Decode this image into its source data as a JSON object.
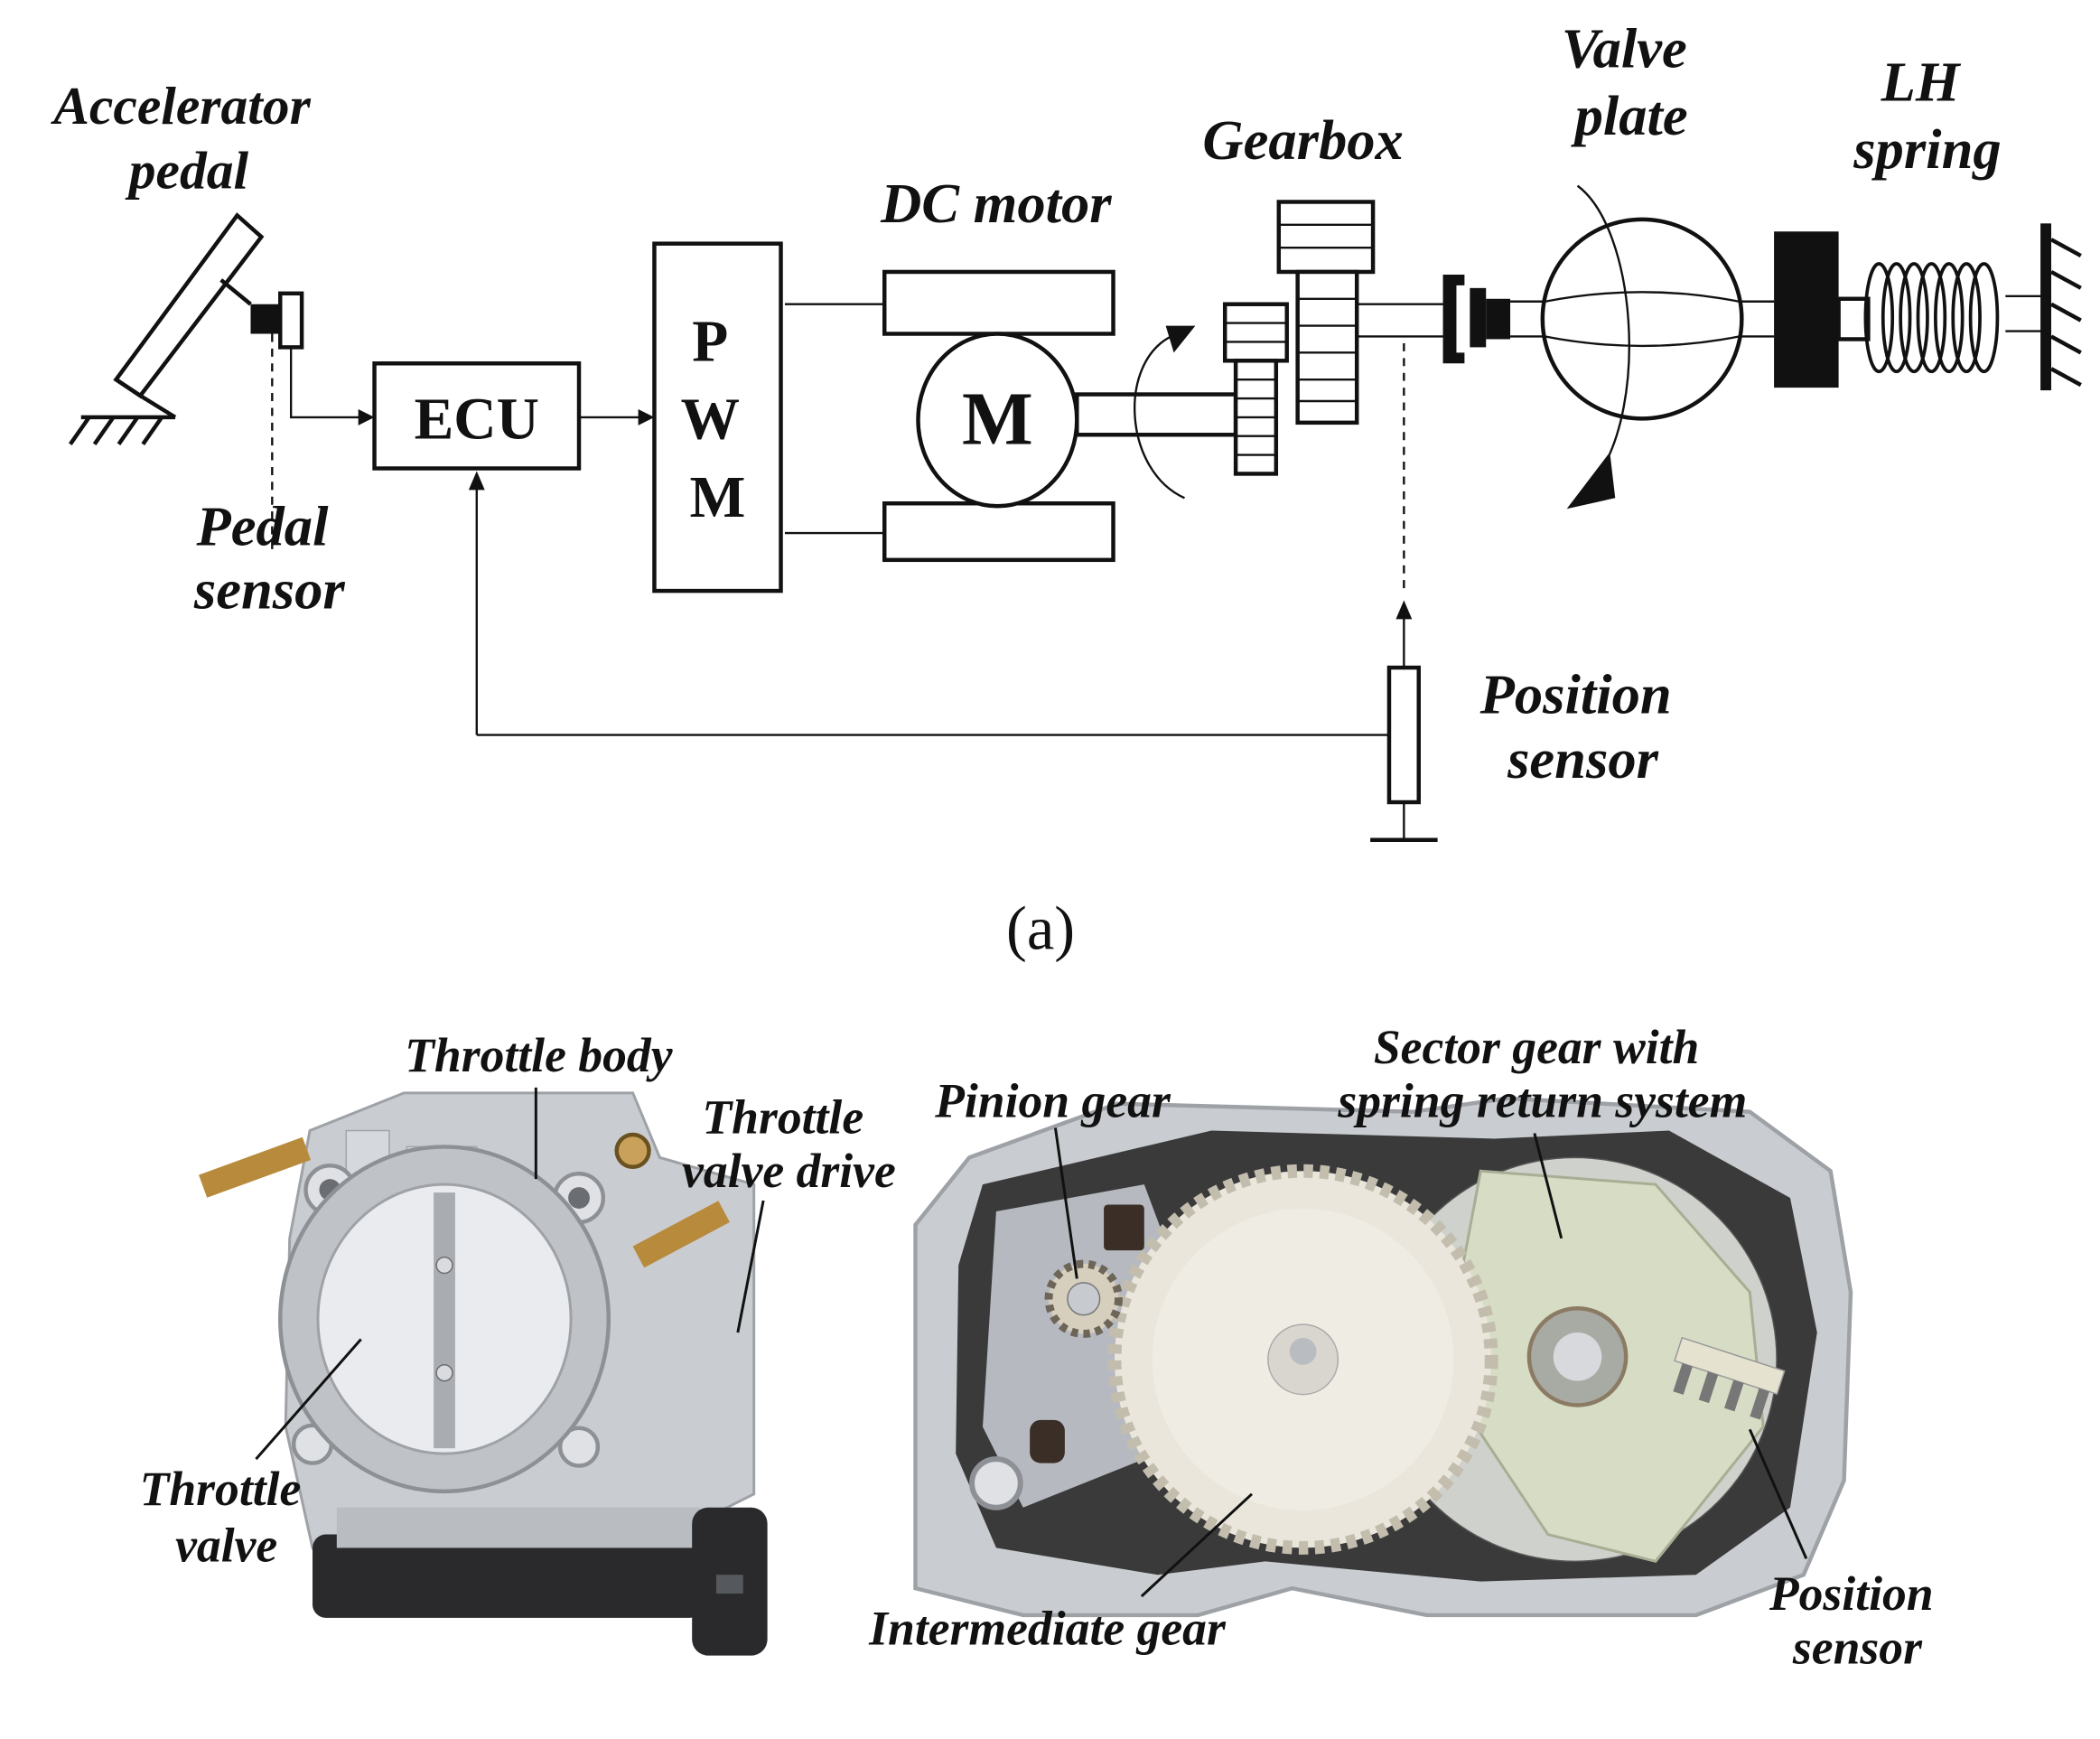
{
  "figure": {
    "panel_a_caption": "(a)",
    "schematic": {
      "labels": {
        "accelerator_pedal": [
          "Accelerator",
          "pedal"
        ],
        "pedal_sensor": [
          "Pedal",
          "sensor"
        ],
        "dc_motor": "DC motor",
        "gearbox": "Gearbox",
        "valve_plate": [
          "Valve",
          "plate"
        ],
        "lh_spring": [
          "LH",
          "spring"
        ],
        "position_sensor": [
          "Position",
          "sensor"
        ]
      },
      "blocks": {
        "ecu": "ECU",
        "pwm": [
          "P",
          "W",
          "M"
        ],
        "motor": "M"
      }
    },
    "photos": {
      "throttle_body_photo": {
        "labels": {
          "throttle_body": "Throttle body",
          "throttle_valve_drive": [
            "Throttle",
            "valve drive"
          ],
          "throttle_valve": [
            "Throttle",
            "valve"
          ]
        }
      },
      "gear_train_photo": {
        "labels": {
          "pinion_gear": "Pinion gear",
          "sector_gear": [
            "Sector gear with",
            "spring return system"
          ],
          "intermediate_gear": "Intermediate gear",
          "position_sensor": [
            "Position",
            "sensor"
          ]
        }
      }
    }
  },
  "colors": {
    "line": "#111111",
    "aluminum": "#c9ccd0",
    "aluminum_dark": "#8d9196",
    "brass": "#b88a3c",
    "connector": "#2a2a2c",
    "intermediate_gear": "#eae6dc",
    "sector_gear": "#d7dcc4",
    "housing_shadow": "#3a3a3a"
  }
}
